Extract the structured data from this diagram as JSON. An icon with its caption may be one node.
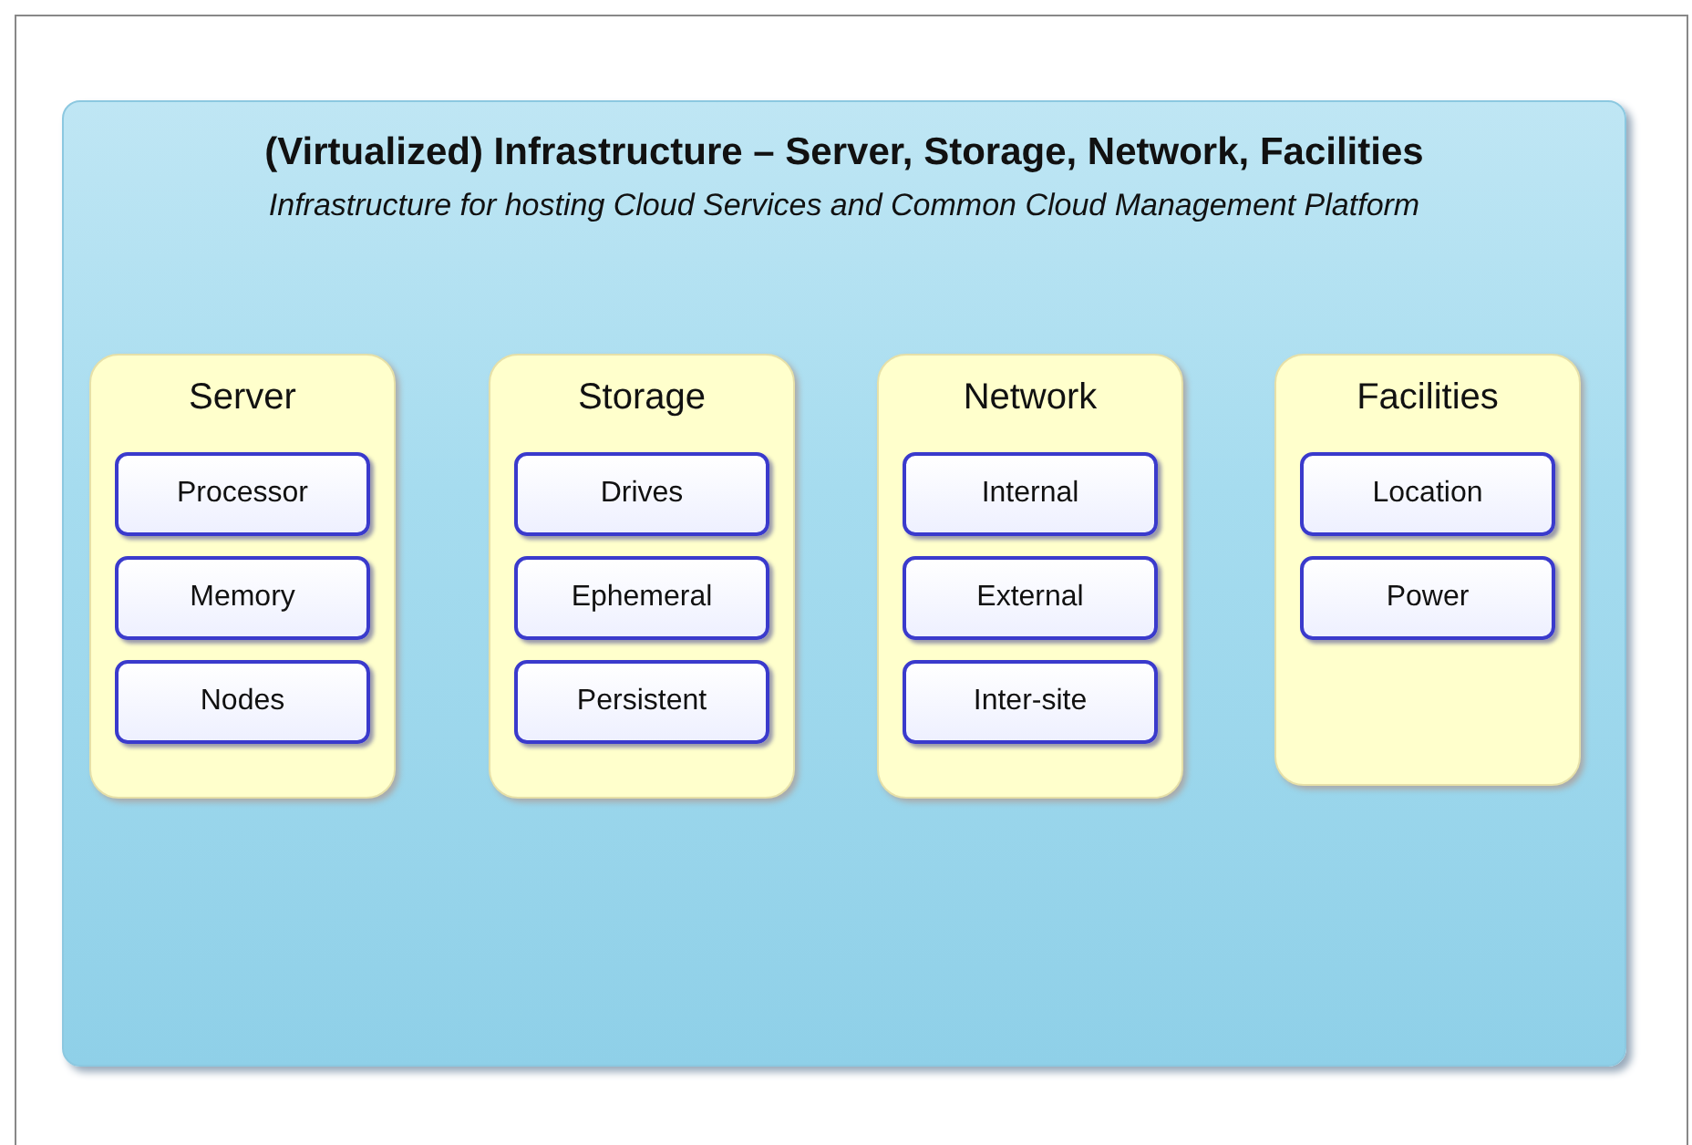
{
  "diagram": {
    "nodes": [
      {
        "text": [
          "(Virtualized) Infrastructure – Server, Storage, Network, Facilities",
          "Infrastructure for hosting Cloud Services and Common Cloud Management Platform"
        ]
      },
      {
        "text": [
          "Server"
        ],
        "in": 0
      },
      {
        "text": [
          "Processor"
        ],
        "in": 1
      },
      {
        "text": [
          "Memory"
        ],
        "in": 1
      },
      {
        "text": [
          "Nodes"
        ],
        "in": 1
      },
      {
        "text": [
          "Storage"
        ],
        "in": 0
      },
      {
        "text": [
          "Drives"
        ],
        "in": 5
      },
      {
        "text": [
          "Ephemeral"
        ],
        "in": 5
      },
      {
        "text": [
          "Persistent"
        ],
        "in": 5
      },
      {
        "text": [
          "Network"
        ],
        "in": 0
      },
      {
        "text": [
          "Internal"
        ],
        "in": 9
      },
      {
        "text": [
          "External"
        ],
        "in": 9
      },
      {
        "text": [
          "Inter-site"
        ],
        "in": 9
      },
      {
        "text": [
          "Facilities"
        ],
        "in": 0
      },
      {
        "text": [
          "Location"
        ],
        "in": 13
      },
      {
        "text": [
          "Power"
        ],
        "in": 13
      }
    ],
    "edges": []
  }
}
